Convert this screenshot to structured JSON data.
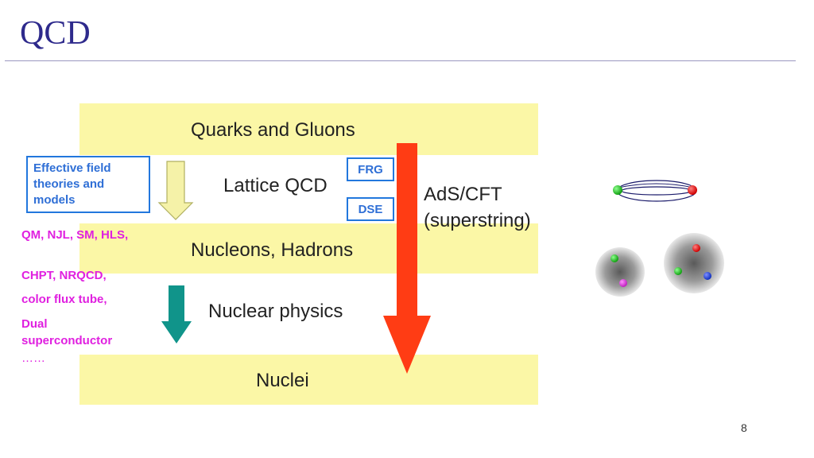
{
  "slide": {
    "title": "QCD",
    "page_number": "8"
  },
  "diagram": {
    "levels": [
      "Quarks and Gluons",
      "Lattice QCD",
      "Nucleons, Hadrons",
      "Nuclear physics",
      "Nuclei"
    ],
    "eft_box": "Effective field theories and models",
    "frg": "FRG",
    "dse": "DSE",
    "ads_line1": "AdS/CFT",
    "ads_line2": "(superstring)",
    "models": {
      "m1": "QM, NJL, SM, HLS,",
      "m2": "CHPT, NRQCD,",
      "m3": "color flux tube,",
      "m4": "Dual superconductor",
      "m5": "……"
    },
    "colors": {
      "title": "#2e2a8c",
      "band": "#fbf7a6",
      "box_border": "#2277dd",
      "box_text": "#2f6fd6",
      "model_text": "#e020e0",
      "red_arrow": "#ff3c14",
      "yellow_arrow": "#f5f2a8",
      "teal_arrow": "#10948a"
    }
  }
}
